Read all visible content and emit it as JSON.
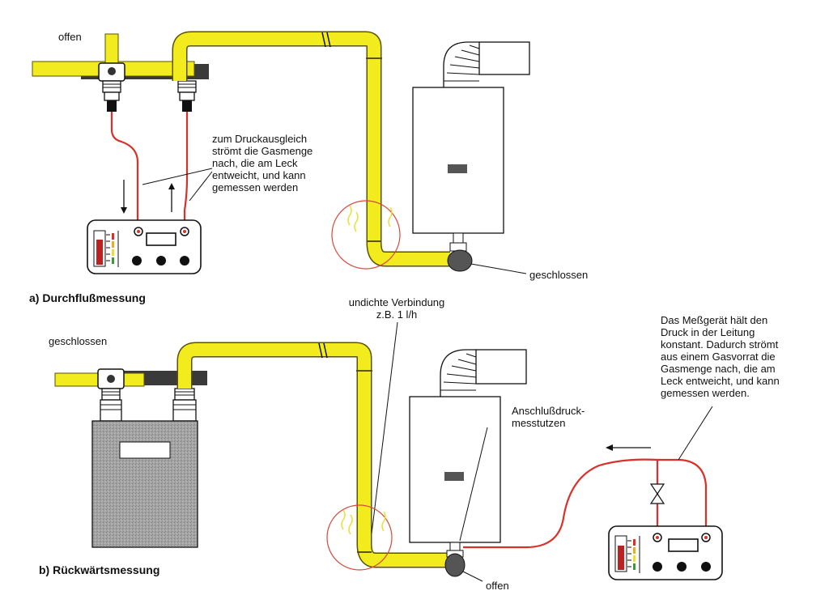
{
  "section_a": {
    "title": "a) Durchflußmessung",
    "valve_state": "offen",
    "note": "zum Druckausgleich\nströmt die Gasmenge\nnach, die am Leck\nentweicht, und kann\ngemessen werden",
    "boiler_valve_state": "geschlossen"
  },
  "section_b": {
    "title": "b) Rückwärtsmessung",
    "valve_state": "geschlossen",
    "connector_label": "Anschlußdruck-\nmesstutzen",
    "boiler_valve_state": "offen",
    "note": "Das Meßgerät hält den\nDruck in der Leitung\nkonstant. Dadurch strömt\naus einem Gasvorrat die\nGasmenge nach, die am\nLeck entweicht, und kann\ngemessen werden."
  },
  "leak_label": {
    "line1": "undichte Verbindung",
    "line2": "z.B. 1 l/h"
  },
  "colors": {
    "pipe": "#f2ec1e",
    "pipe_outline": "#5a5200",
    "hose": "#d9302a",
    "leak_circle": "#d64a3a",
    "meter_body": "#9a9a9a"
  }
}
